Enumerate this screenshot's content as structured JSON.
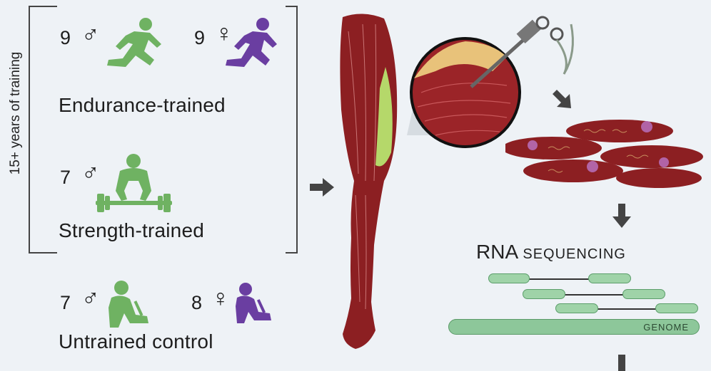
{
  "side_label": "15+ years of training",
  "groups": {
    "endurance": {
      "male_count": "9",
      "male_symbol": "♂",
      "female_count": "9",
      "female_symbol": "♀",
      "label": "Endurance-trained"
    },
    "strength": {
      "male_count": "7",
      "male_symbol": "♂",
      "label": "Strength-trained"
    },
    "untrained": {
      "male_count": "7",
      "male_symbol": "♂",
      "female_count": "8",
      "female_symbol": "♀",
      "label": "Untrained control"
    }
  },
  "rna": {
    "title_main": "RNA",
    "title_small": "SEQUENCING",
    "genome_label": "GENOME"
  },
  "colors": {
    "male": "#6fb262",
    "female": "#6a3ea1",
    "muscle": "#8c1f22",
    "highlight": "#b5d86a",
    "read": "#9fd3a8"
  }
}
